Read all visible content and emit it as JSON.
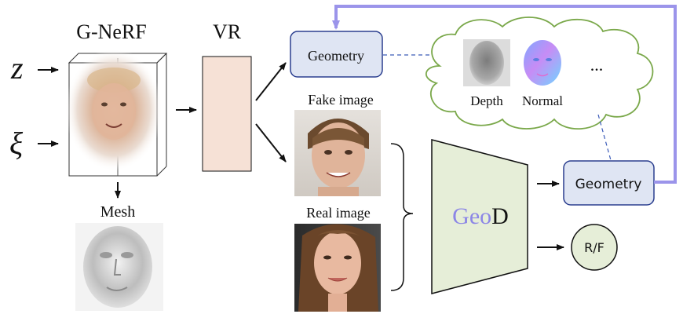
{
  "inputs": {
    "z": "z",
    "xi": "ξ"
  },
  "gnerf": {
    "title": "G-NeRF"
  },
  "vr": {
    "title": "VR"
  },
  "mesh": {
    "label": "Mesh"
  },
  "geometry_top": {
    "label": "Geometry"
  },
  "fake": {
    "label": "Fake image"
  },
  "real": {
    "label": "Real image"
  },
  "cloud": {
    "depth_label": "Depth",
    "normal_label": "Normal",
    "more": "..."
  },
  "discriminator": {
    "prefix": "Geo",
    "suffix": "D"
  },
  "geometry_right": {
    "label": "Geometry"
  },
  "rf": {
    "label": "R/F"
  },
  "colors": {
    "geometry_fill": "#dfe5f3",
    "geometry_stroke": "#2b3f8f",
    "vr_fill": "#f6e1d6",
    "disc_fill": "#e6eed8",
    "cloud_stroke": "#7aa84a",
    "feedback": "#9b94ea",
    "geo_text": "#8c86e6",
    "dashed": "#3b5bb8"
  }
}
